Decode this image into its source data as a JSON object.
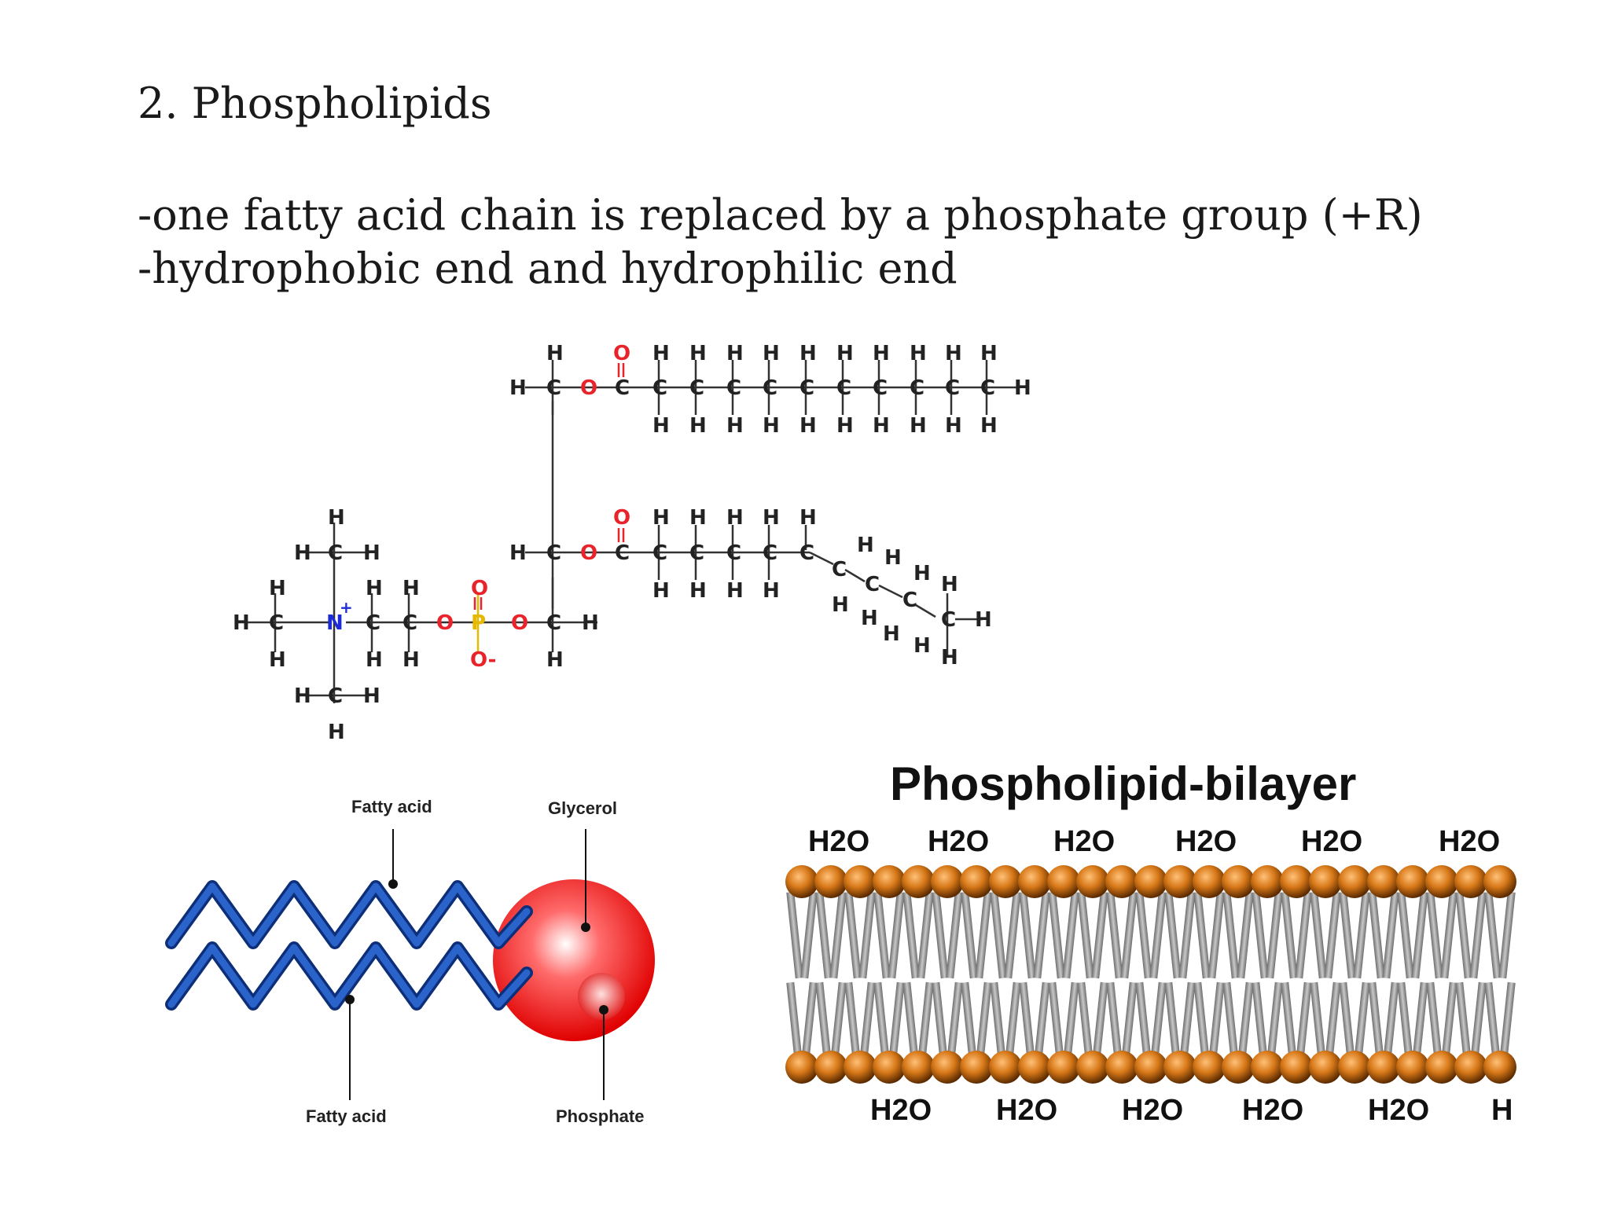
{
  "slide": {
    "title": "2. Phospholipids",
    "bullets": [
      "-one fatty acid chain is replaced by a phosphate group (+R)",
      "-hydrophobic end and hydrophilic end"
    ]
  },
  "structural_formula": {
    "atoms": {
      "H": "H",
      "C": "C",
      "O": "O",
      "N": "N",
      "P": "P",
      "O_minus": "O-",
      "plus": "+"
    },
    "colors": {
      "oxygen": "#e8232a",
      "nitrogen": "#1c2bd6",
      "phosphorus": "#e6b800",
      "bond": "#333333"
    }
  },
  "schematic": {
    "labels": {
      "fatty_acid_top": "Fatty acid",
      "glycerol": "Glycerol",
      "fatty_acid_bottom": "Fatty acid",
      "phosphate": "Phosphate"
    },
    "colors": {
      "tail": "#1f4ea6",
      "head": "#e40000"
    }
  },
  "bilayer": {
    "title": "Phospholipid-bilayer",
    "top_water": [
      "H2O",
      "H2O",
      "H2O",
      "H2O",
      "H2O",
      "H2O"
    ],
    "bottom_water": [
      "H2O",
      "H2O",
      "H2O",
      "H2O",
      "H2O",
      "H"
    ],
    "colors": {
      "head": "#c8701a",
      "tail": "#8a8a8a"
    }
  }
}
